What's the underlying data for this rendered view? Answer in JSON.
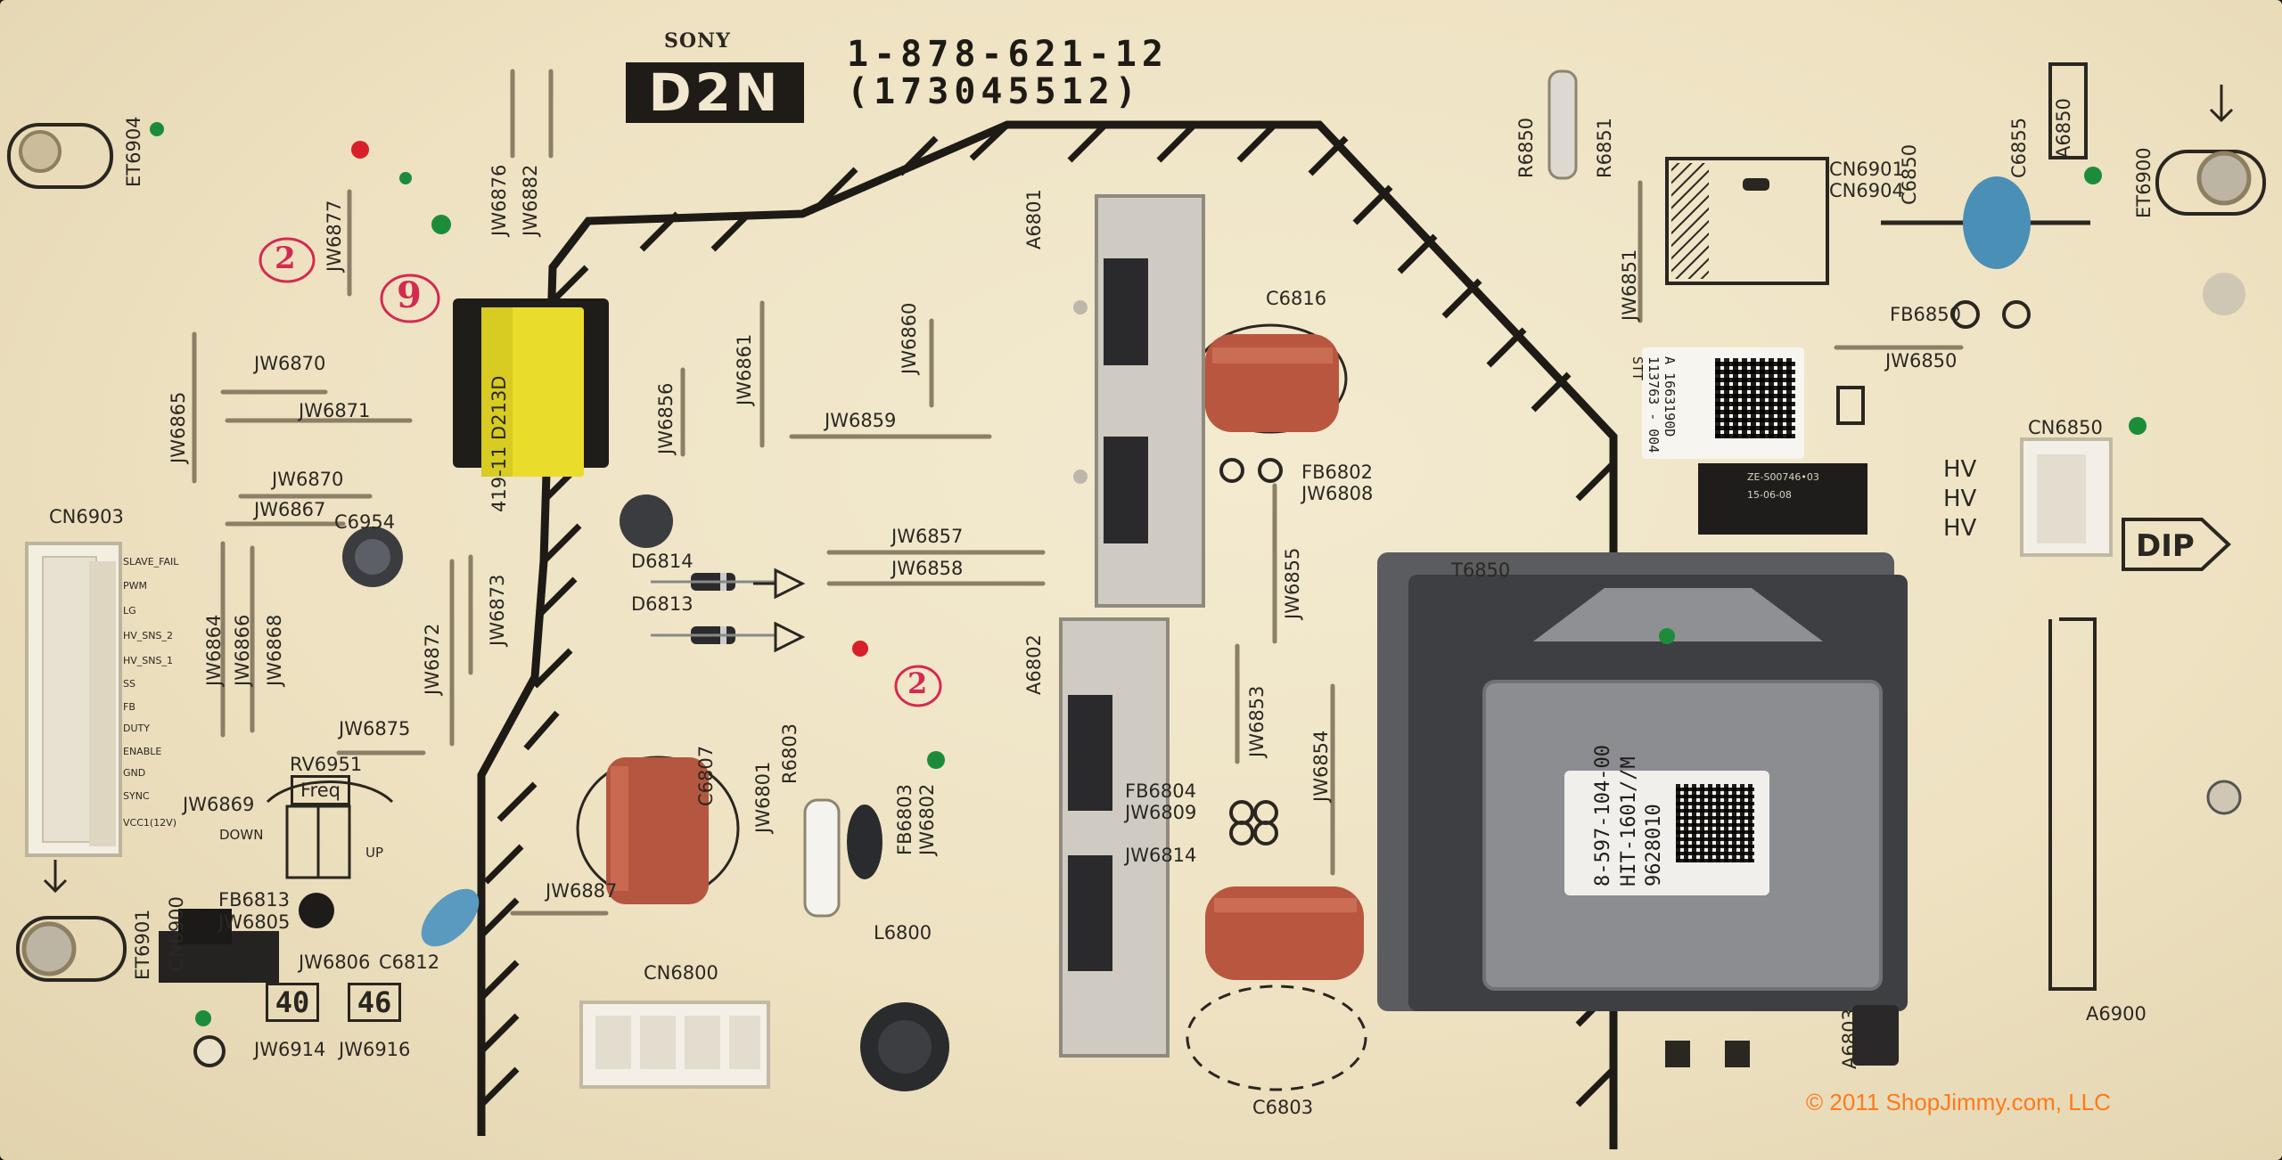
{
  "board": {
    "brand": "SONY",
    "model": "D2N",
    "part_number": "1-878-621-12",
    "part_code": "(173045512)",
    "copyright": "© 2011 ShopJimmy.com, LLC",
    "dip_label": "DIP",
    "freq_label": "Freq",
    "down_label": "DOWN",
    "up_label": "UP",
    "marks": [
      "40",
      "46"
    ],
    "handwritten": [
      "2",
      "9",
      "2"
    ]
  },
  "stickers": {
    "barcode_label_lines": [
      "A 1663190D",
      "113763 - 004",
      "STT"
    ],
    "transformer_label_lines": [
      "8-597-104-00",
      "HIT-1601//M",
      "9628010"
    ],
    "serial_label_lines": [
      "ZE-S00746•03",
      "15-06-08"
    ]
  },
  "hv_labels": [
    "HV",
    "HV",
    "HV"
  ],
  "labels": {
    "cn6903": "CN6903",
    "cn6800": "CN6800",
    "cn6901": "CN6901",
    "cn6904": "CN6904",
    "cn6850": "CN6850",
    "t6850": "T6850",
    "a6900": "A6900",
    "a6801": "A6801",
    "a6802": "A6802",
    "a6850": "A6850",
    "a6803": "A6803",
    "c6954": "C6954",
    "c6807": "C6807",
    "c6816": "C6816",
    "c6812": "C6812",
    "c6803": "C6803",
    "c6850": "C6850",
    "c6855": "C6855",
    "r6850": "R6850",
    "r6851": "R6851",
    "r6803": "R6803",
    "d6814": "D6814",
    "d6813": "D6813",
    "l6800": "L6800",
    "rv6951": "RV6951",
    "et6904": "ET6904",
    "et6901": "ET6901",
    "et6900": "ET6900",
    "fb6850": "FB6850",
    "fb6802": "FB6802",
    "fb6803": "FB6803",
    "fb6813": "FB6813",
    "fb6804": "FB6804",
    "jw6808": "JW6808",
    "jw6850": "JW6850",
    "jw6805": "JW6805",
    "jw6806": "JW6806",
    "jw6914": "JW6914",
    "jw6916": "JW6916",
    "jw6869": "JW6869",
    "jw6870": "JW6870",
    "jw6871": "JW6871",
    "jw6867": "JW6867",
    "jw6875": "JW6875",
    "jw6859": "JW6859",
    "jw6857": "JW6857",
    "jw6858": "JW6858",
    "jw6887": "JW6887",
    "jw6809": "JW6809",
    "jw6814": "JW6814",
    "jw6865": "JW6865",
    "jw6864": "JW6864",
    "jw6866": "JW6866",
    "jw6868": "JW6868",
    "jw6872": "JW6872",
    "jw6873": "JW6873",
    "jw6856": "JW6856",
    "jw6861": "JW6861",
    "jw6860": "JW6860",
    "jw6876": "JW6876",
    "jw6882": "JW6882",
    "jw6877": "JW6877",
    "jw6855": "JW6855",
    "jw6853": "JW6853",
    "jw6854": "JW6854",
    "jw6851": "JW6851",
    "jw6801": "JW6801",
    "jw6802": "JW6802",
    "cn6900": "CN6900",
    "transformer_code": "419-11 D213D"
  },
  "cn6903_pins": [
    "SLAVE_FAIL",
    "PWM",
    "LG",
    "HV_SNS_2",
    "HV_SNS_1",
    "SS",
    "FB",
    "DUTY",
    "ENABLE",
    "GND",
    "SYNC",
    "VCC1(12V)"
  ],
  "colors": {
    "board": "#efe4c6",
    "silkscreen": "#2a2620",
    "red_capacitor": "#b8563f",
    "blue_capacitor": "#4a8fb5",
    "green_marker": "#1d8c3a",
    "red_marker": "#d8202a",
    "copyright": "#ff7a1a"
  }
}
